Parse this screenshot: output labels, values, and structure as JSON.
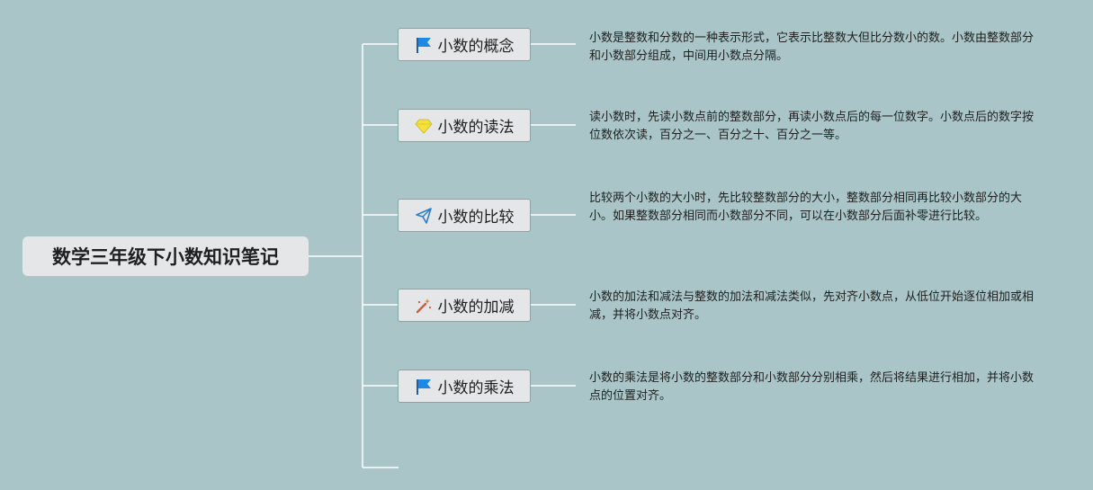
{
  "root": {
    "title": "数学三年级下小数知识笔记"
  },
  "topics": [
    {
      "label": "小数的概念",
      "icon": "blue-flag-icon",
      "note": "小数是整数和分数的一种表示形式，它表示比整数大但比分数小的数。小数由整数部分和小数部分组成，中间用小数点分隔。"
    },
    {
      "label": "小数的读法",
      "icon": "yellow-gem-icon",
      "note": "读小数时，先读小数点前的整数部分，再读小数点后的每一位数字。小数点后的数字按位数依次读，百分之一、百分之十、百分之一等。"
    },
    {
      "label": "小数的比较",
      "icon": "paper-plane-icon",
      "note": "比较两个小数的大小时，先比较整数部分的大小，整数部分相同再比较小数部分的大小。如果整数部分相同而小数部分不同，可以在小数部分后面补零进行比较。"
    },
    {
      "label": "小数的加减",
      "icon": "magic-wand-icon",
      "note": "小数的加法和减法与整数的加法和减法类似，先对齐小数点，从低位开始逐位相加或相减，并将小数点对齐。"
    },
    {
      "label": "小数的乘法",
      "icon": "blue-flag-icon",
      "note": "小数的乘法是将小数的整数部分和小数部分分别相乘，然后将结果进行相加，并将小数点的位置对齐。"
    }
  ],
  "colors": {
    "background": "#a9c5c7",
    "connector": "#ffffff",
    "flag": "#1e88e5",
    "gem": "#f5e13a",
    "plane": "#2f7fc4",
    "wand": "#d7573a"
  }
}
